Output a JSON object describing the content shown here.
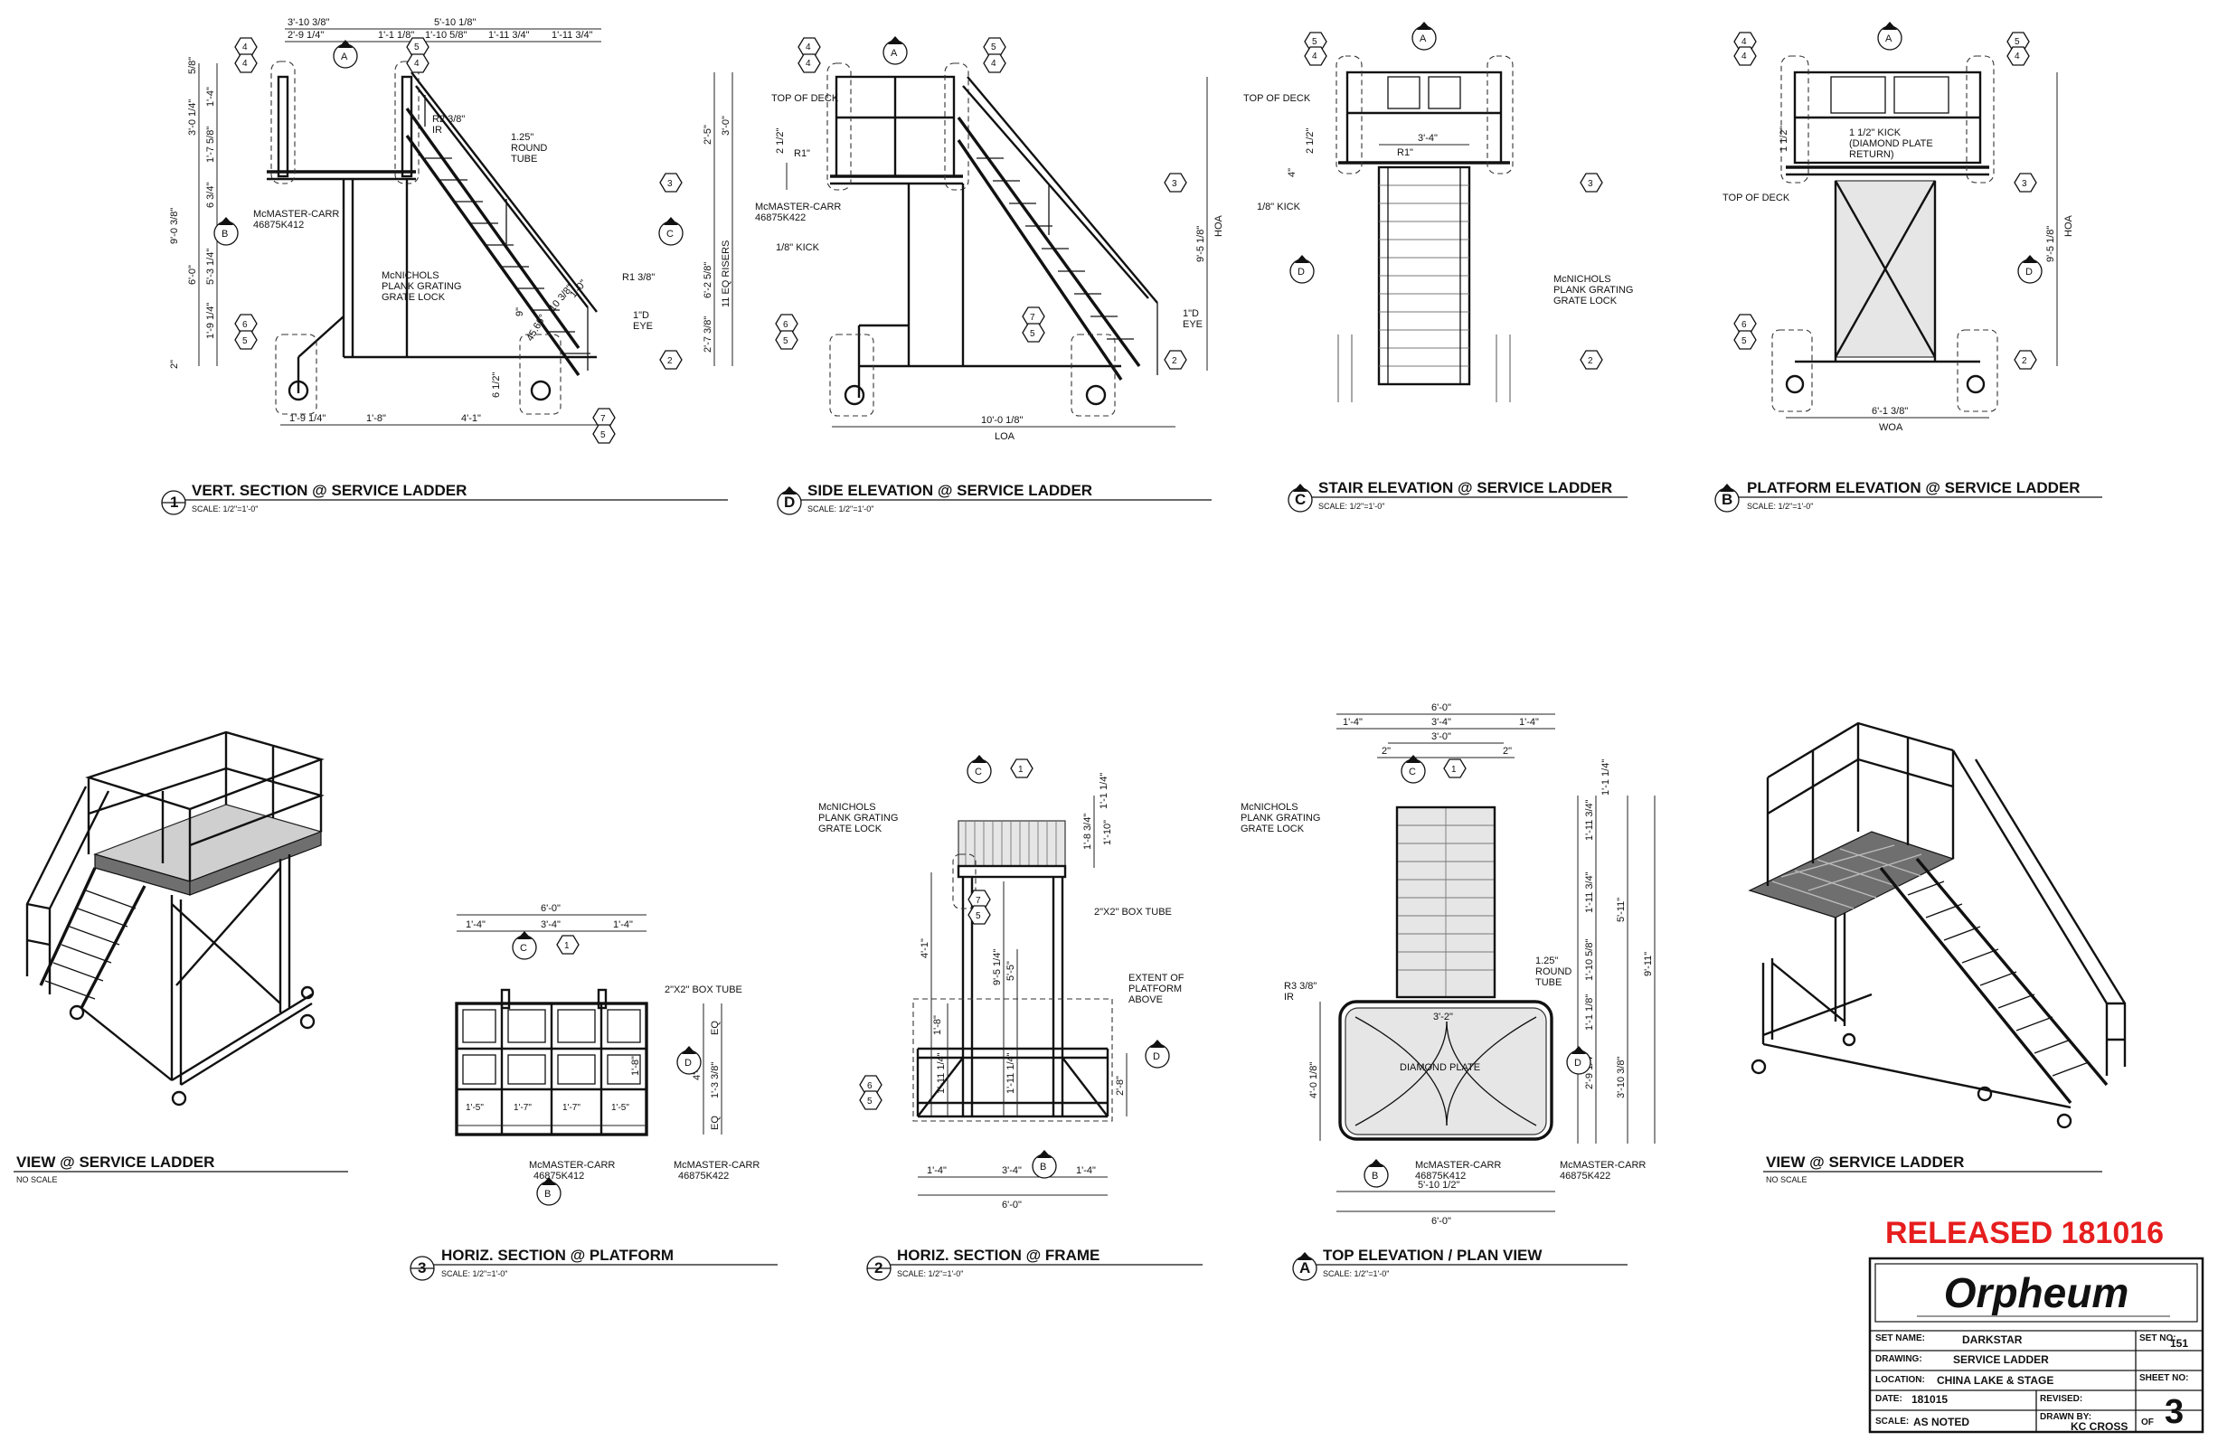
{
  "views": {
    "vert_section": {
      "number": "1",
      "title": "VERT. SECTION @ SERVICE LADDER",
      "scale": "SCALE: 1/2\"=1'-0\""
    },
    "side_elevation": {
      "number": "D",
      "title": "SIDE ELEVATION @ SERVICE LADDER",
      "scale": "SCALE: 1/2\"=1'-0\""
    },
    "stair_elevation": {
      "number": "C",
      "title": "STAIR ELEVATION @ SERVICE LADDER",
      "scale": "SCALE: 1/2\"=1'-0\""
    },
    "platform_elevation": {
      "number": "B",
      "title": "PLATFORM ELEVATION @ SERVICE LADDER",
      "scale": "SCALE: 1/2\"=1'-0\""
    },
    "iso_left": {
      "title": "VIEW @ SERVICE LADDER",
      "scale": "NO SCALE"
    },
    "horiz_platform": {
      "number": "3",
      "title": "HORIZ. SECTION @ PLATFORM",
      "scale": "SCALE: 1/2\"=1'-0\""
    },
    "horiz_frame": {
      "number": "2",
      "title": "HORIZ. SECTION @ FRAME",
      "scale": "SCALE: 1/2\"=1'-0\""
    },
    "top_elevation": {
      "number": "A",
      "title": "TOP ELEVATION / PLAN VIEW",
      "scale": "SCALE: 1/2\"=1'-0\""
    },
    "iso_right": {
      "title": "VIEW @ SERVICE LADDER",
      "scale": "NO SCALE"
    }
  },
  "bubbles": {
    "a": "A",
    "b": "B",
    "c": "C",
    "d": "D",
    "n1": "1",
    "n2": "2",
    "n3": "3",
    "n4": "4",
    "n5": "5",
    "n6": "6",
    "n7": "7"
  },
  "vert_section": {
    "dims_top": [
      "3'-10 3/8\"",
      "5'-10 1/8\"",
      "2'-9 1/4\"",
      "1'-1 1/8\"",
      "1'-10 5/8\"",
      "1'-11 3/4\"",
      "1'-11 3/4\""
    ],
    "dims_left": [
      "5/8\"",
      "3'-0 1/4\"",
      "1'-4\"",
      "1'-7 5/8\"",
      "9'-0 3/8\"",
      "6'-0\"",
      "6 3/4\"",
      "5'-3 1/4\"",
      "1'-9 1/4\"",
      "2\""
    ],
    "dims_right": [
      "2'-5\"",
      "3'-0\"",
      "6'-2 5/8\"",
      "11 EQ RISERS",
      "2'-7 3/8\""
    ],
    "dims_bottom": [
      "1'-9 1/4\"",
      "1'-8\"",
      "4'-1\"",
      "6 1/2\"",
      "45.66°",
      "9\"",
      "10 3/8\"",
      "1'-0\""
    ],
    "callouts": {
      "r2": "R2 3/8\"",
      "ir": "IR",
      "tube1": "1.25\"",
      "tube2": "ROUND",
      "tube3": "TUBE",
      "mc1": "McMASTER-CARR",
      "mc2": "46875K412",
      "mn1": "McNICHOLS",
      "mn2": "PLANK GRATING",
      "mn3": "GRATE LOCK",
      "r1": "R1 3/8\"",
      "eye1": "1\"D",
      "eye2": "EYE"
    }
  },
  "side_elevation": {
    "top_of_deck": "TOP OF DECK",
    "dims": [
      "2 1/2\"",
      "R1\"",
      "9'-5 1/8\"",
      "HOA",
      "10'-0 1/8\"",
      "LOA"
    ],
    "callouts": {
      "mc1": "McMASTER-CARR",
      "mc2": "46875K422",
      "kick": "1/8\" KICK",
      "eye1": "1\"D",
      "eye2": "EYE"
    }
  },
  "stair_elevation": {
    "top_of_deck": "TOP OF DECK",
    "dims": [
      "3'-4\"",
      "2 1/2\"",
      "R1\"",
      "4\""
    ],
    "callouts": {
      "kick": "1/8\" KICK",
      "mn1": "McNICHOLS",
      "mn2": "PLANK GRATING",
      "mn3": "GRATE LOCK"
    }
  },
  "platform_elevation": {
    "top_of_deck": "TOP OF DECK",
    "dims": [
      "1 1/2\"",
      "9'-5 1/8\"",
      "HOA",
      "6'-1 3/8\"",
      "WOA"
    ],
    "callouts": {
      "k1": "1 1/2\" KICK",
      "k2": "(DIAMOND PLATE",
      "k3": "RETURN)"
    }
  },
  "horiz_platform": {
    "dims_top": [
      "6'-0\"",
      "1'-4\"",
      "3'-4\"",
      "1'-4\""
    ],
    "dims_cells": [
      "1'-5\"",
      "1'-7\"",
      "1'-7\"",
      "1'-5\""
    ],
    "dims_right": [
      "EQ",
      "4'-0\"",
      "1'-3 3/8\"",
      "EQ",
      "1'-8\""
    ],
    "callouts": {
      "box": "2\"X2\" BOX TUBE",
      "mcl1": "McMASTER-CARR",
      "mcl2": "46875K412",
      "mcr1": "McMASTER-CARR",
      "mcr2": "46875K422"
    }
  },
  "horiz_frame": {
    "dims_bottom": [
      "1'-4\"",
      "3'-4\"",
      "1'-4\"",
      "6'-0\""
    ],
    "dims_vert": [
      "1'-1 1/4\"",
      "1'-8 3/4\"",
      "1'-10\"",
      "4'-1\"",
      "9'-5 1/4\"",
      "5'-5\"",
      "1'-8\"",
      "1'-11 1/4\"",
      "1'-11 1/4\"",
      "2'-8\""
    ],
    "callouts": {
      "mn1": "McNICHOLS",
      "mn2": "PLANK GRATING",
      "mn3": "GRATE LOCK",
      "box": "2\"X2\" BOX TUBE",
      "ext1": "EXTENT OF",
      "ext2": "PLATFORM",
      "ext3": "ABOVE"
    }
  },
  "top_elevation": {
    "dims_top": [
      "6'-0\"",
      "1'-4\"",
      "3'-4\"",
      "1'-4\"",
      "3'-0\"",
      "2\"",
      "2\""
    ],
    "dims_right": [
      "1'-1 1/4\"",
      "1'-11 3/4\"",
      "1'-11 3/4\"",
      "1'-10 5/8\"",
      "5'-11\"",
      "9'-11\"",
      "1'-1 1/8\"",
      "2'-9 1/4\"",
      "3'-10 3/8\""
    ],
    "dims_other": [
      "3'-2\"",
      "4'-0 1/8\"",
      "5'-10 1/2\"",
      "6'-0\""
    ],
    "callouts": {
      "mn1": "McNICHOLS",
      "mn2": "PLANK GRATING",
      "mn3": "GRATE LOCK",
      "r": "R3 3/8\"",
      "ir": "IR",
      "dp": "DIAMOND PLATE",
      "tube1": "1.25\"",
      "tube2": "ROUND",
      "tube3": "TUBE",
      "mcl1": "McMASTER-CARR",
      "mcl2": "46875K412",
      "mcr1": "McMASTER-CARR",
      "mcr2": "46875K422"
    }
  },
  "release": "RELEASED 181016",
  "title_block": {
    "logo": "Orpheum",
    "set_name_label": "SET NAME:",
    "set_name": "DARKSTAR",
    "set_no_label": "SET NO:",
    "set_no": "151",
    "drawing_label": "DRAWING:",
    "drawing": "SERVICE LADDER",
    "location_label": "LOCATION:",
    "location": "CHINA LAKE & STAGE",
    "sheet_no_label": "SHEET NO:",
    "sheet_no": "3",
    "date_label": "DATE:",
    "date": "181015",
    "revised_label": "REVISED:",
    "revised": "",
    "scale_label": "SCALE:",
    "scale": "AS NOTED",
    "drawn_by_label": "DRAWN BY:",
    "drawn_by": "KC CROSS",
    "of_label": "OF"
  },
  "colors": {
    "line": "#111111",
    "release": "#e61e1e",
    "paper": "#ffffff"
  }
}
